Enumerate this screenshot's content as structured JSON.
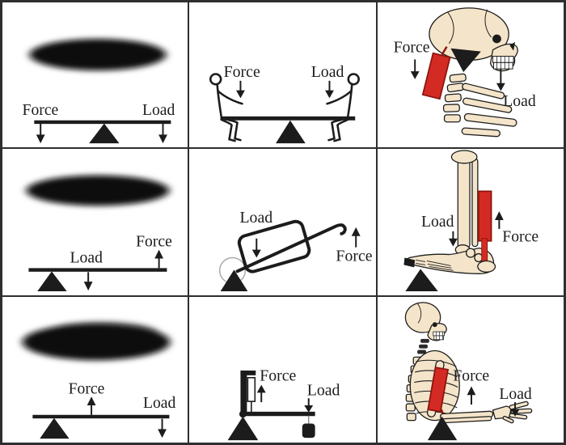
{
  "figure": {
    "rows": [
      {
        "cells": [
          {
            "force_label": "Force",
            "load_label": "Load"
          },
          {
            "force_label": "Force",
            "load_label": "Load"
          },
          {
            "force_label": "Force",
            "load_label": "Load"
          }
        ]
      },
      {
        "cells": [
          {
            "force_label": "Force",
            "load_label": "Load"
          },
          {
            "force_label": "Force",
            "load_label": "Load"
          },
          {
            "force_label": "Force",
            "load_label": "Load"
          }
        ]
      },
      {
        "cells": [
          {
            "force_label": "Force",
            "load_label": "Load"
          },
          {
            "force_label": "Force",
            "load_label": "Load"
          },
          {
            "force_label": "Force",
            "load_label": "Load"
          }
        ]
      }
    ],
    "icons": {
      "down_arrow": "↓",
      "up_arrow": "↑",
      "fulcrum_triangle": "▲"
    },
    "colors": {
      "ink": "#1c1c1c",
      "muscle_red": "#d32b23",
      "muscle_outline": "#8c150f",
      "bone_fill": "#f4e4c9",
      "grid_border": "#2e2e2e",
      "background": "#ffffff"
    }
  }
}
